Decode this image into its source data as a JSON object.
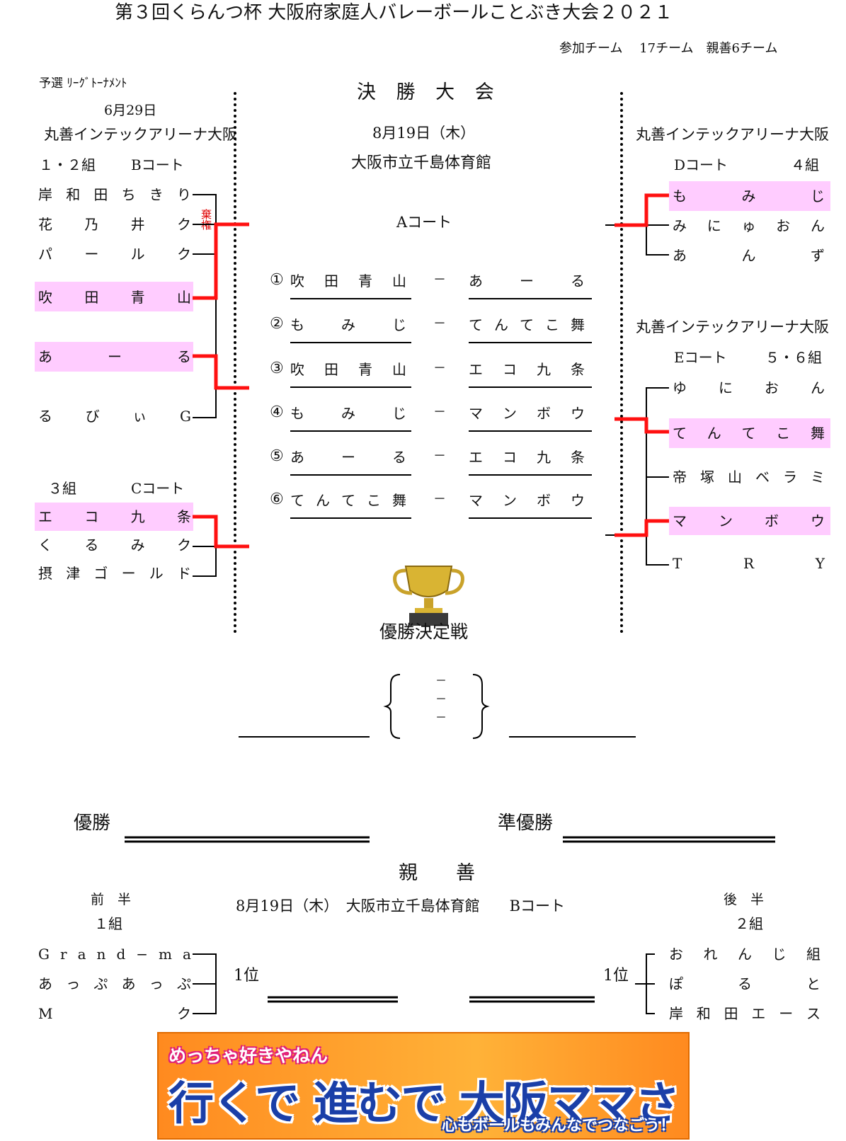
{
  "title": "第３回くらんつ杯 大阪府家庭人バレーボールことぶき大会２０２１",
  "participants": "参加チーム　 17チーム　親善6チーム",
  "left": {
    "stage": "予選 ﾘｰｸﾞﾄｰﾅﾒﾝﾄ",
    "date": "6月29日",
    "venue": "丸善インテックアリーナ大阪",
    "group12": "１・２組",
    "court_b": "Bコート",
    "group12_teams": [
      "岸和田ちきり",
      "花乃井ク",
      "パールク",
      "吹田青山",
      "あーる",
      "るびぃG"
    ],
    "forfeit": "棄権",
    "group3": "３組",
    "court_c": "Cコート",
    "group3_teams": [
      "エコ九条",
      "くるみク",
      "摂津ゴールド"
    ]
  },
  "center": {
    "heading": "決 勝 大 会",
    "date": "8月19日（木）",
    "venue": "大阪市立千島体育館",
    "court": "Aコート",
    "matches": [
      {
        "num": "①",
        "home": "吹田青山",
        "away": "あーる"
      },
      {
        "num": "②",
        "home": "もみじ",
        "away": "てんてこ舞"
      },
      {
        "num": "③",
        "home": "吹田青山",
        "away": "エコ九条"
      },
      {
        "num": "④",
        "home": "もみじ",
        "away": "マンボウ"
      },
      {
        "num": "⑤",
        "home": "あーる",
        "away": "エコ九条"
      },
      {
        "num": "⑥",
        "home": "てんてこ舞",
        "away": "マンボウ"
      }
    ],
    "vs": "－",
    "final_title": "優勝決定戦",
    "score_dash": "－"
  },
  "right": {
    "venue1": "丸善インテックアリーナ大阪",
    "court_d": "Dコート",
    "group4": "４組",
    "group4_teams": [
      "もみじ",
      "みにゅおん",
      "あんず"
    ],
    "venue2": "丸善インテックアリーナ大阪",
    "court_e": "Eコート",
    "group56": "５・６組",
    "group56_teams": [
      "ゆにおん",
      "てんてこ舞",
      "帝塚山ベラミ",
      "マンボウ",
      "TRY"
    ]
  },
  "results": {
    "winner": "優勝",
    "runner_up": "準優勝"
  },
  "friendly": {
    "heading": "親　　善",
    "first_half": "前　半",
    "group1": "１組",
    "info": "8月19日（木）　大阪市立千島体育館　　Bコート",
    "second_half": "後　半",
    "group2": "２組",
    "group1_teams": [
      "Grand−ma",
      "あっぷあっぷ",
      "Mク"
    ],
    "group2_teams": [
      "おれんじ組",
      "ぽると",
      "岸和田エース"
    ],
    "first_place": "1位"
  },
  "banner": {
    "line1": "めっちゃ好きやねん",
    "line2": "行くで 進むで 大阪ママさん",
    "line3": "心もボールもみんなでつなごう！"
  }
}
